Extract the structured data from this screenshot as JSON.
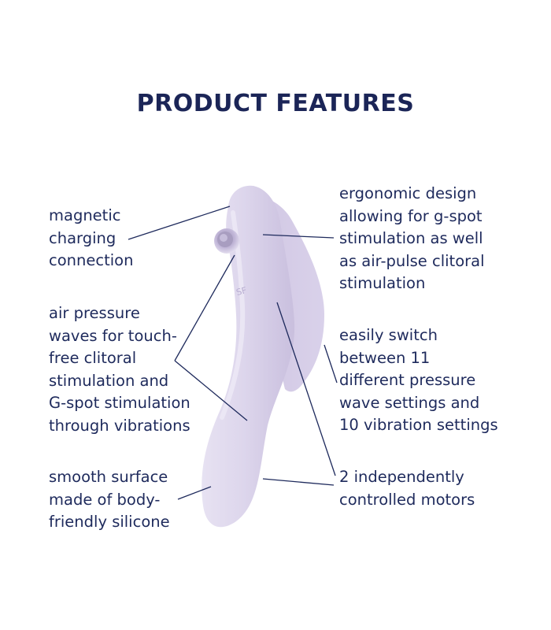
{
  "title": "PRODUCT FEATURES",
  "product": {
    "logo_text": "SF",
    "body_color": "#ddd6ec",
    "shadow_color": "#c9bfde",
    "highlight_color": "#ece8f5"
  },
  "line_color": "#1e2a5c",
  "features": {
    "magnetic": "magnetic\ncharging\nconnection",
    "ergonomic": "ergonomic design\nallowing for g-spot\nstimulation as well\nas air-pulse clitoral\nstimulation",
    "air_pressure": "air pressure\nwaves for touch-\nfree clitoral\nstimulation and\nG-spot stimulation\nthrough vibrations",
    "switch": "easily switch\nbetween 11\ndifferent pressure\nwave settings and\n10 vibration settings",
    "smooth": "smooth surface\nmade of body-\nfriendly silicone",
    "motors": "2 independently\ncontrolled motors"
  }
}
